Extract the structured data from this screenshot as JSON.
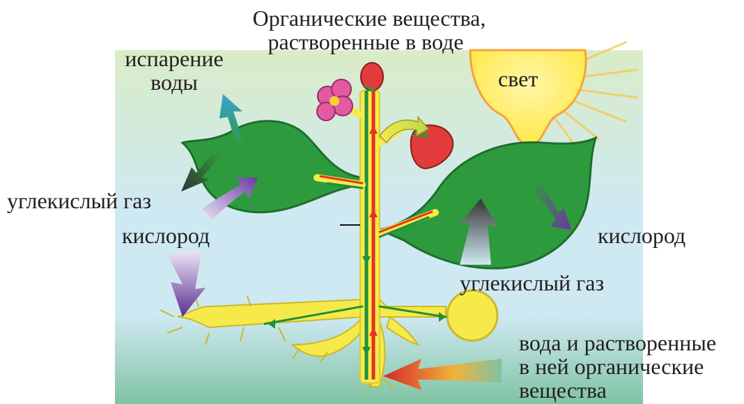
{
  "labels": {
    "organic_title_line1": "Органические вещества,",
    "organic_title_line2": "растворенные в воде",
    "evaporation_line1": "испарение",
    "evaporation_line2": "воды",
    "light": "свет",
    "co2_left": "углекислый газ",
    "oxygen_left": "кислород",
    "oxygen_right": "кислород",
    "co2_right": "углекислый газ",
    "water_line1": "вода и растворенные",
    "water_line2": "в ней органические",
    "water_line3": "вещества"
  },
  "colors": {
    "sky": "#cfe9f2",
    "sky_top": "#d9ecc8",
    "ground": "#7fc3a2",
    "leaf": "#2e9a3e",
    "leaf_dark": "#1d6e2b",
    "stem_yellow": "#f5ea4a",
    "stem_red_line": "#e53222",
    "stem_green_line": "#1f8f3a",
    "sun": "#ffe94a",
    "sun_ray": "#f6a23b",
    "flower_pink": "#e25aa2",
    "strawberry": "#e23b3b",
    "arrow_blue": "#3aa3d6",
    "arrow_dark": "#3a3a3a",
    "arrow_purple": "#6b3aa3",
    "arrow_red": "#d62828",
    "text": "#231f20"
  }
}
